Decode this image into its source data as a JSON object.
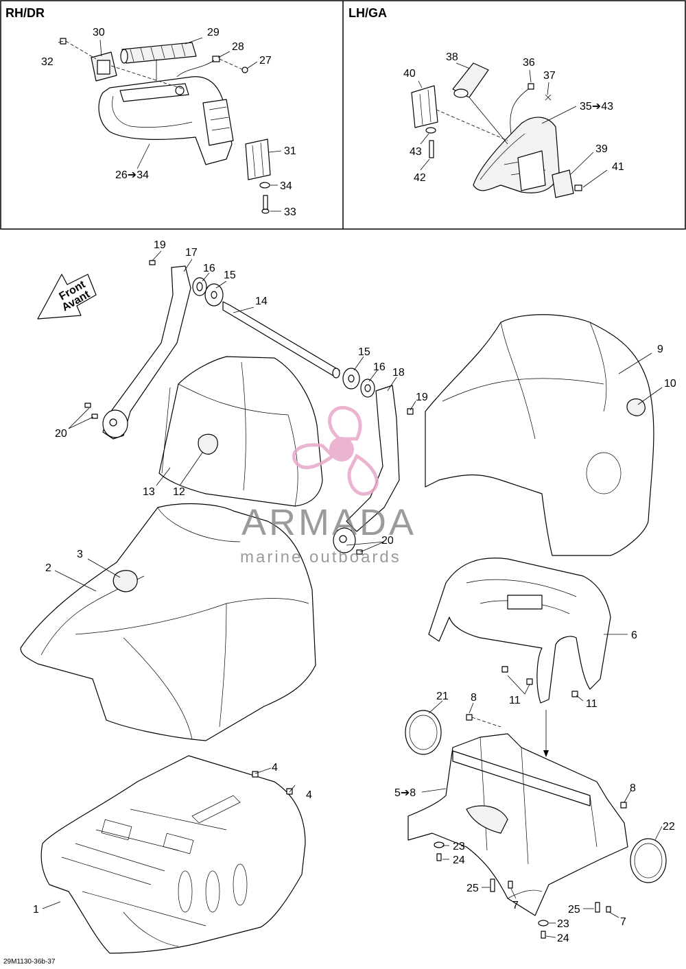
{
  "panels": {
    "right_title": "RH/DR",
    "left_title": "LH/GA"
  },
  "arrow_text": {
    "line1": "Front",
    "line2": "Avant"
  },
  "watermark": {
    "name": "ARMADA",
    "tagline": "marine outboards",
    "color": "#e8a7c8"
  },
  "doc_code": "29M1130-36b-37",
  "callouts": {
    "c1": "1",
    "c2": "2",
    "c3": "3",
    "c4a": "4",
    "c4b": "4",
    "c58": "5➔8",
    "c6": "6",
    "c7a": "7",
    "c7b": "7",
    "c8a": "8",
    "c8b": "8",
    "c9": "9",
    "c10": "10",
    "c11a": "11",
    "c11b": "11",
    "c12": "12",
    "c13": "13",
    "c14": "14",
    "c15a": "15",
    "c15b": "15",
    "c16a": "16",
    "c16b": "16",
    "c17": "17",
    "c18": "18",
    "c19a": "19",
    "c19b": "19",
    "c20a": "20",
    "c20b": "20",
    "c21": "21",
    "c22": "22",
    "c23a": "23",
    "c23b": "23",
    "c24a": "24",
    "c24b": "24",
    "c25a": "25",
    "c25b": "25",
    "c2634": "26➔34",
    "c27": "27",
    "c28": "28",
    "c29": "29",
    "c30": "30",
    "c31": "31",
    "c32": "32",
    "c33": "33",
    "c34": "34",
    "c3543": "35➔43",
    "c36": "36",
    "c37": "37",
    "c38": "38",
    "c39": "39",
    "c40": "40",
    "c41": "41",
    "c42": "42",
    "c43": "43"
  }
}
